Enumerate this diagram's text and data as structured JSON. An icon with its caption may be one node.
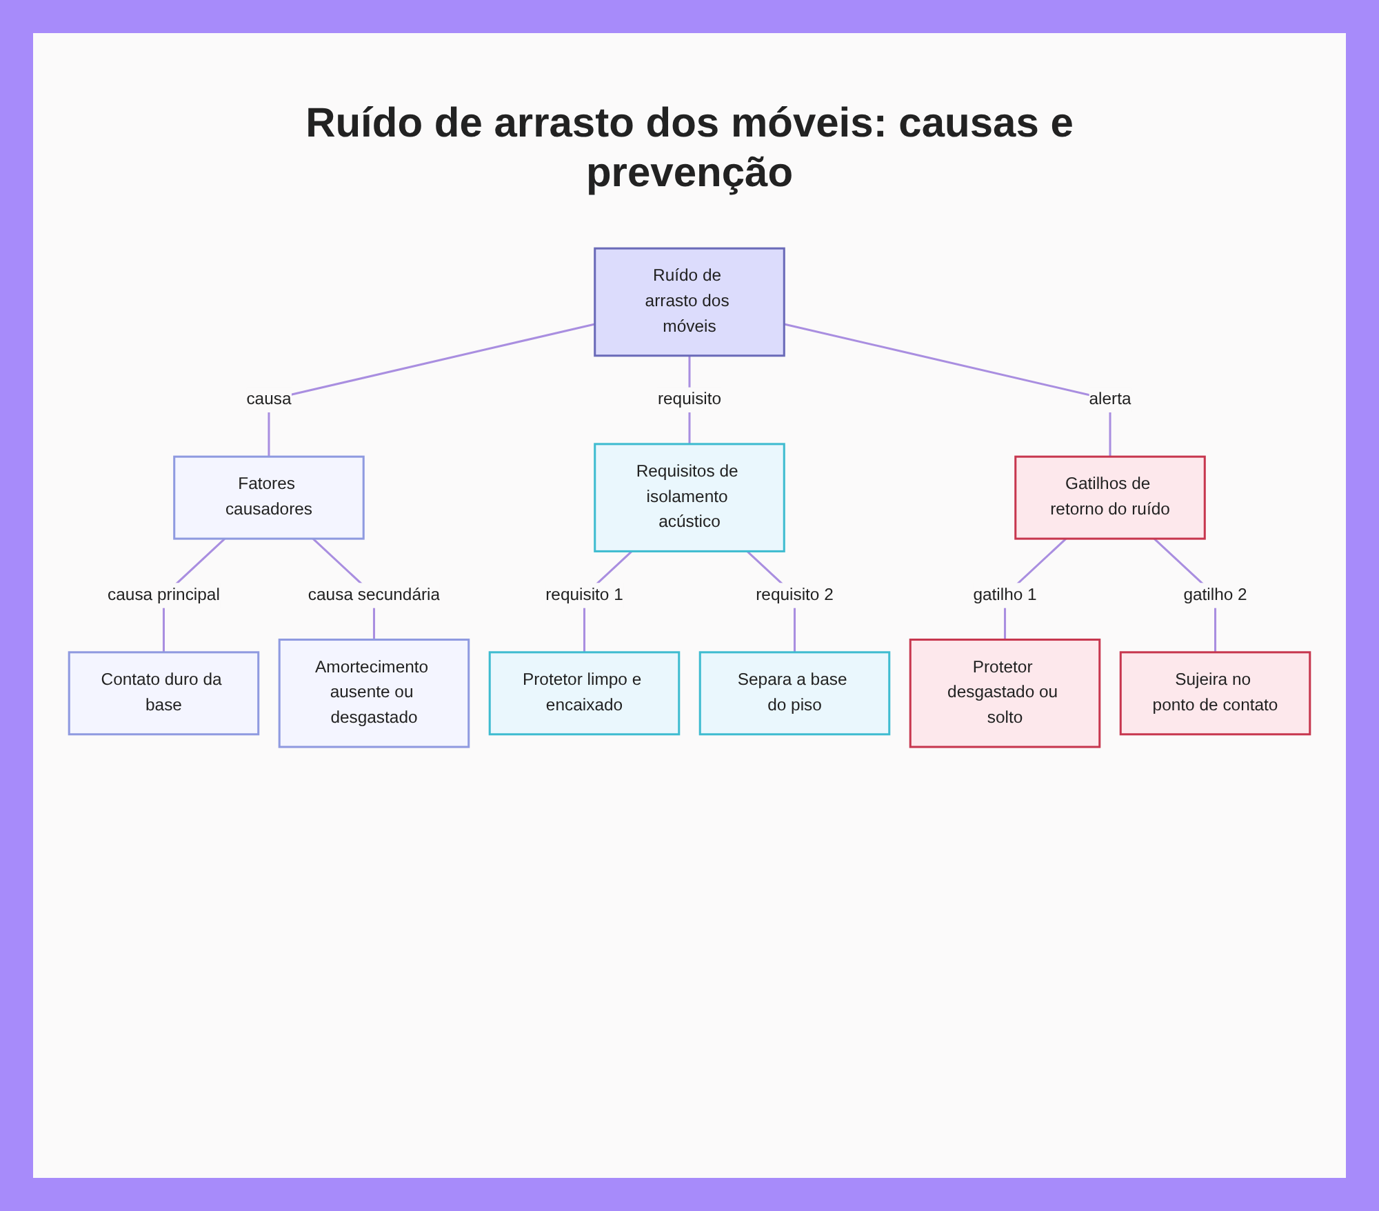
{
  "diagram": {
    "title": "Ruído de arrasto dos móveis: causas e prevenção",
    "nodes": [
      {
        "text": [
          "Ruído de arrasto dos móveis"
        ]
      },
      {
        "text": [
          "Fatores causadores"
        ]
      },
      {
        "text": [
          "Requisitos de isolamento acústico"
        ]
      },
      {
        "text": [
          "Gatilhos de retorno do ruído"
        ]
      },
      {
        "text": [
          "Contato duro da base"
        ]
      },
      {
        "text": [
          "Amortecimento ausente ou desgastado"
        ]
      },
      {
        "text": [
          "Protetor limpo e encaixado"
        ]
      },
      {
        "text": [
          "Separa a base do piso"
        ]
      },
      {
        "text": [
          "Protetor desgastado ou solto"
        ]
      },
      {
        "text": [
          "Sujeira no ponto de contato"
        ]
      }
    ],
    "edges": [
      {
        "from": 0,
        "to": 1,
        "arrow": "none",
        "label": "causa"
      },
      {
        "from": 0,
        "to": 2,
        "arrow": "none",
        "label": "requisito"
      },
      {
        "from": 0,
        "to": 3,
        "arrow": "none",
        "label": "alerta"
      },
      {
        "from": 1,
        "to": 4,
        "arrow": "none",
        "label": "causa principal"
      },
      {
        "from": 1,
        "to": 5,
        "arrow": "none",
        "label": "causa secundária"
      },
      {
        "from": 2,
        "to": 6,
        "arrow": "none",
        "label": "requisito 1"
      },
      {
        "from": 2,
        "to": 7,
        "arrow": "none",
        "label": "requisito 2"
      },
      {
        "from": 3,
        "to": 8,
        "arrow": "none",
        "label": "gatilho 1"
      },
      {
        "from": 3,
        "to": 9,
        "arrow": "none",
        "label": "gatilho 2"
      }
    ]
  }
}
